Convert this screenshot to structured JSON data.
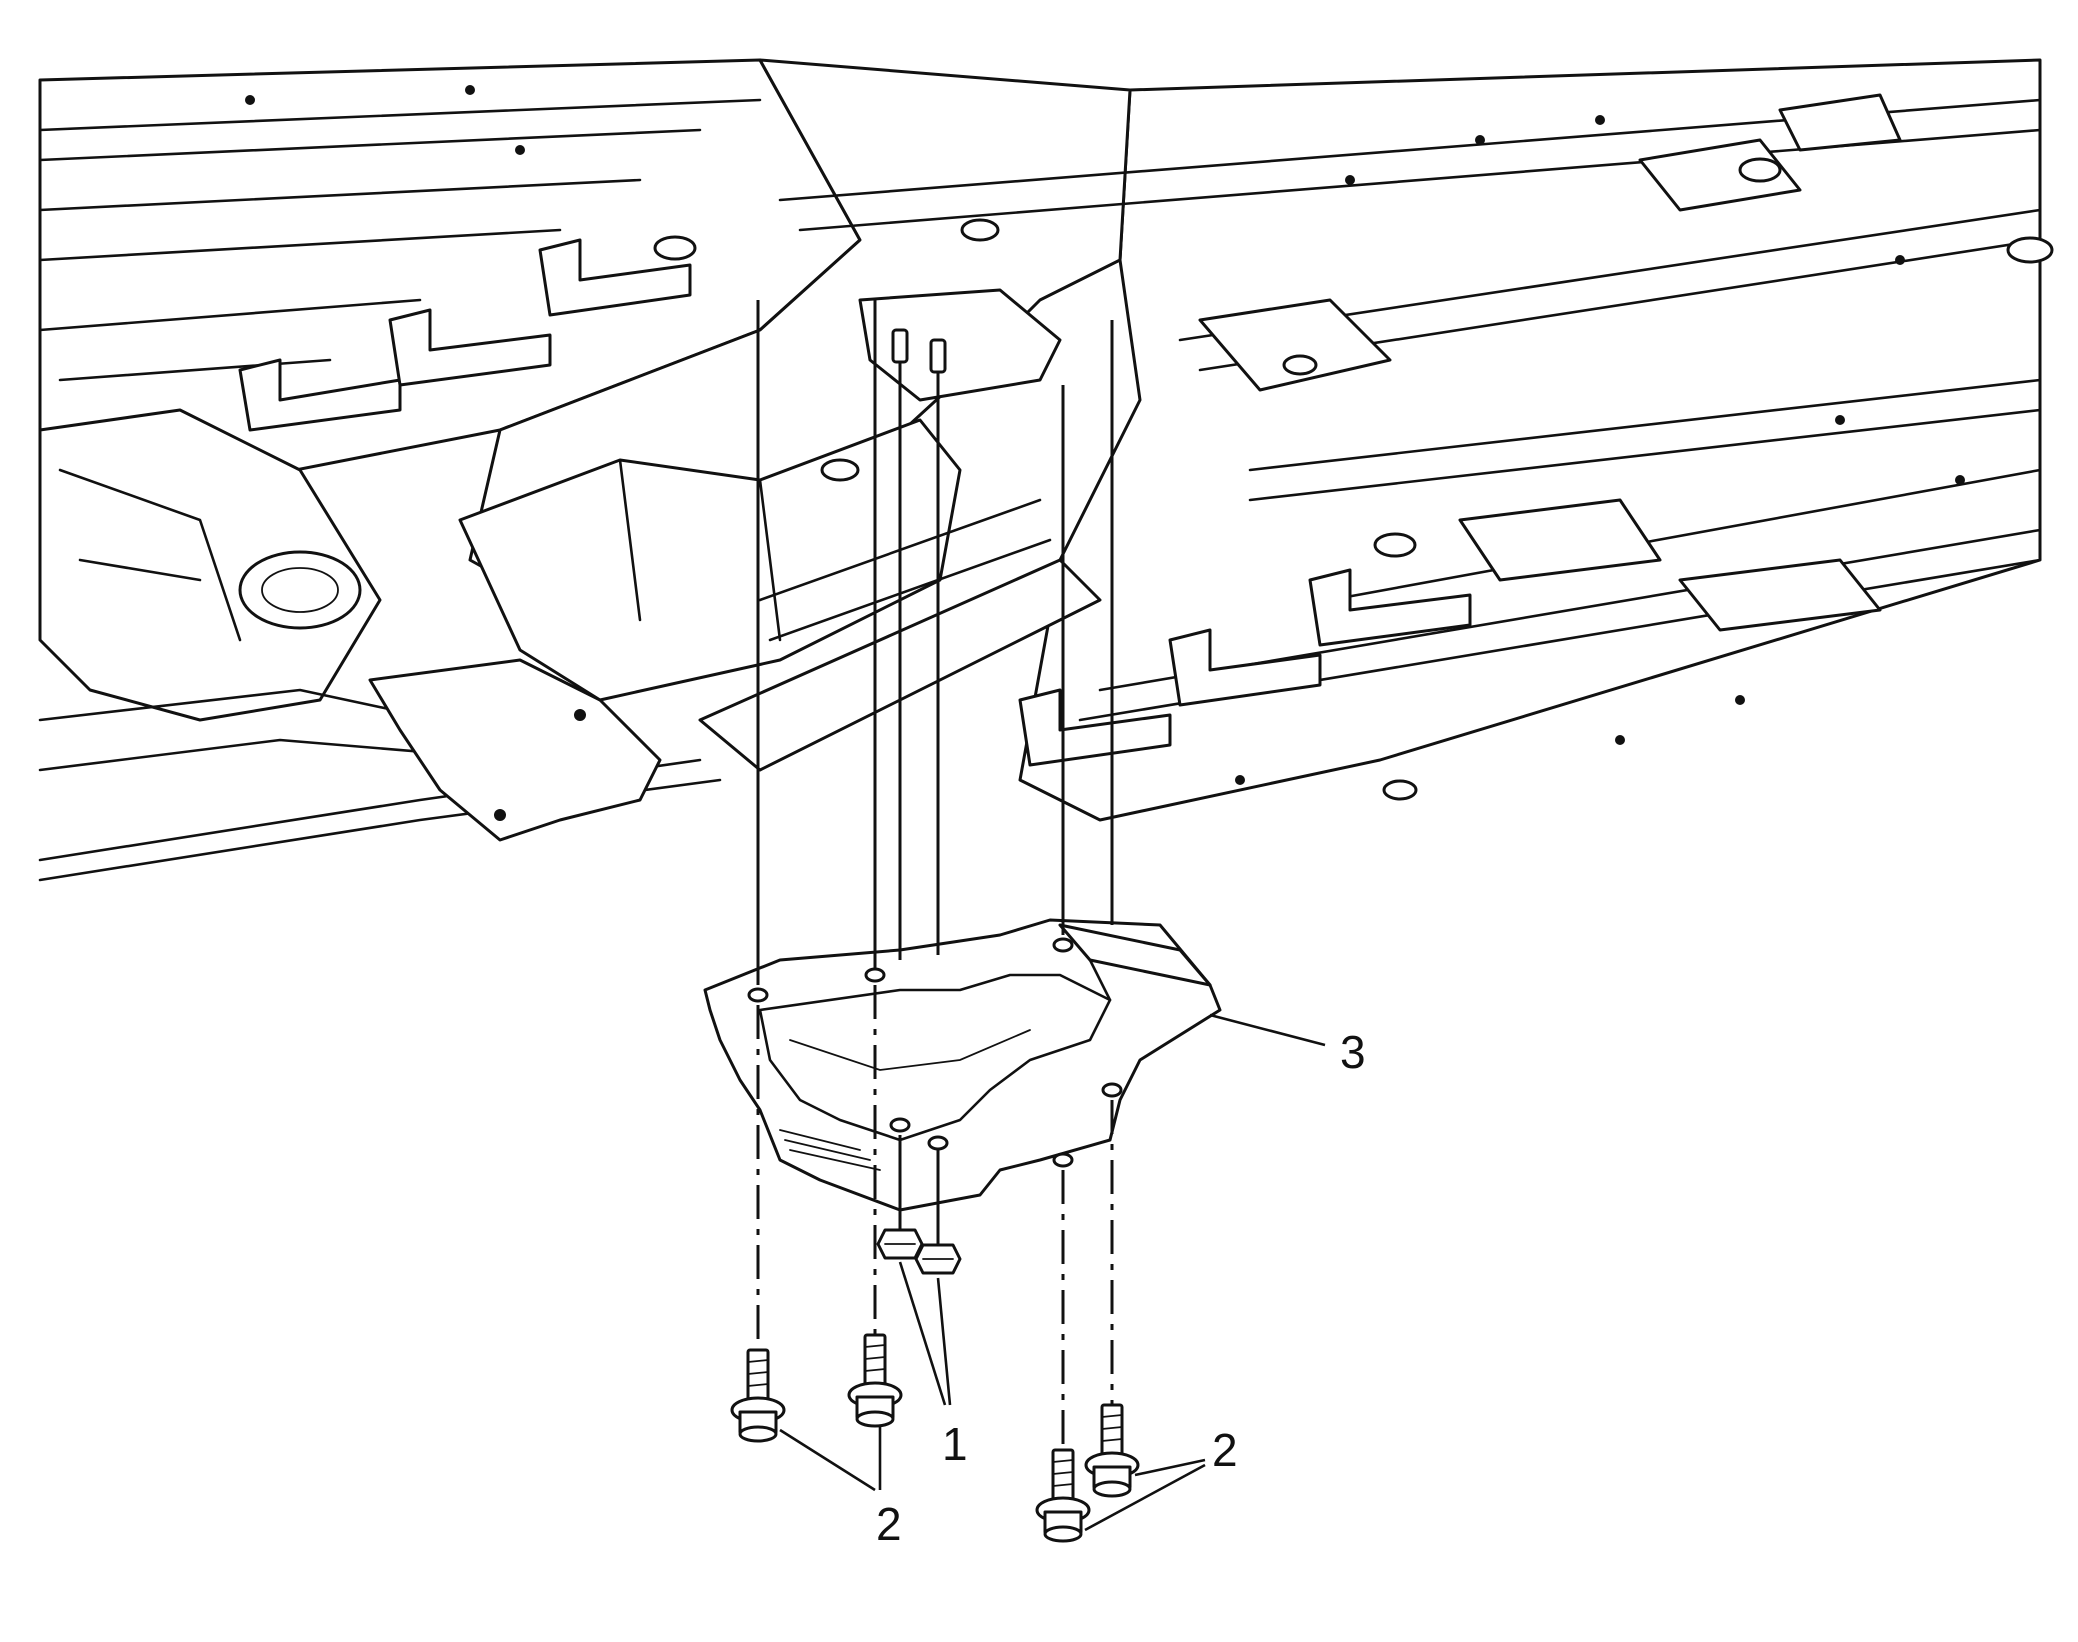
{
  "callouts": {
    "nut": "1",
    "bolt_left": "2",
    "bolt_right": "2",
    "shield": "3"
  },
  "colors": {
    "line": "#111111",
    "background": "#ffffff"
  }
}
